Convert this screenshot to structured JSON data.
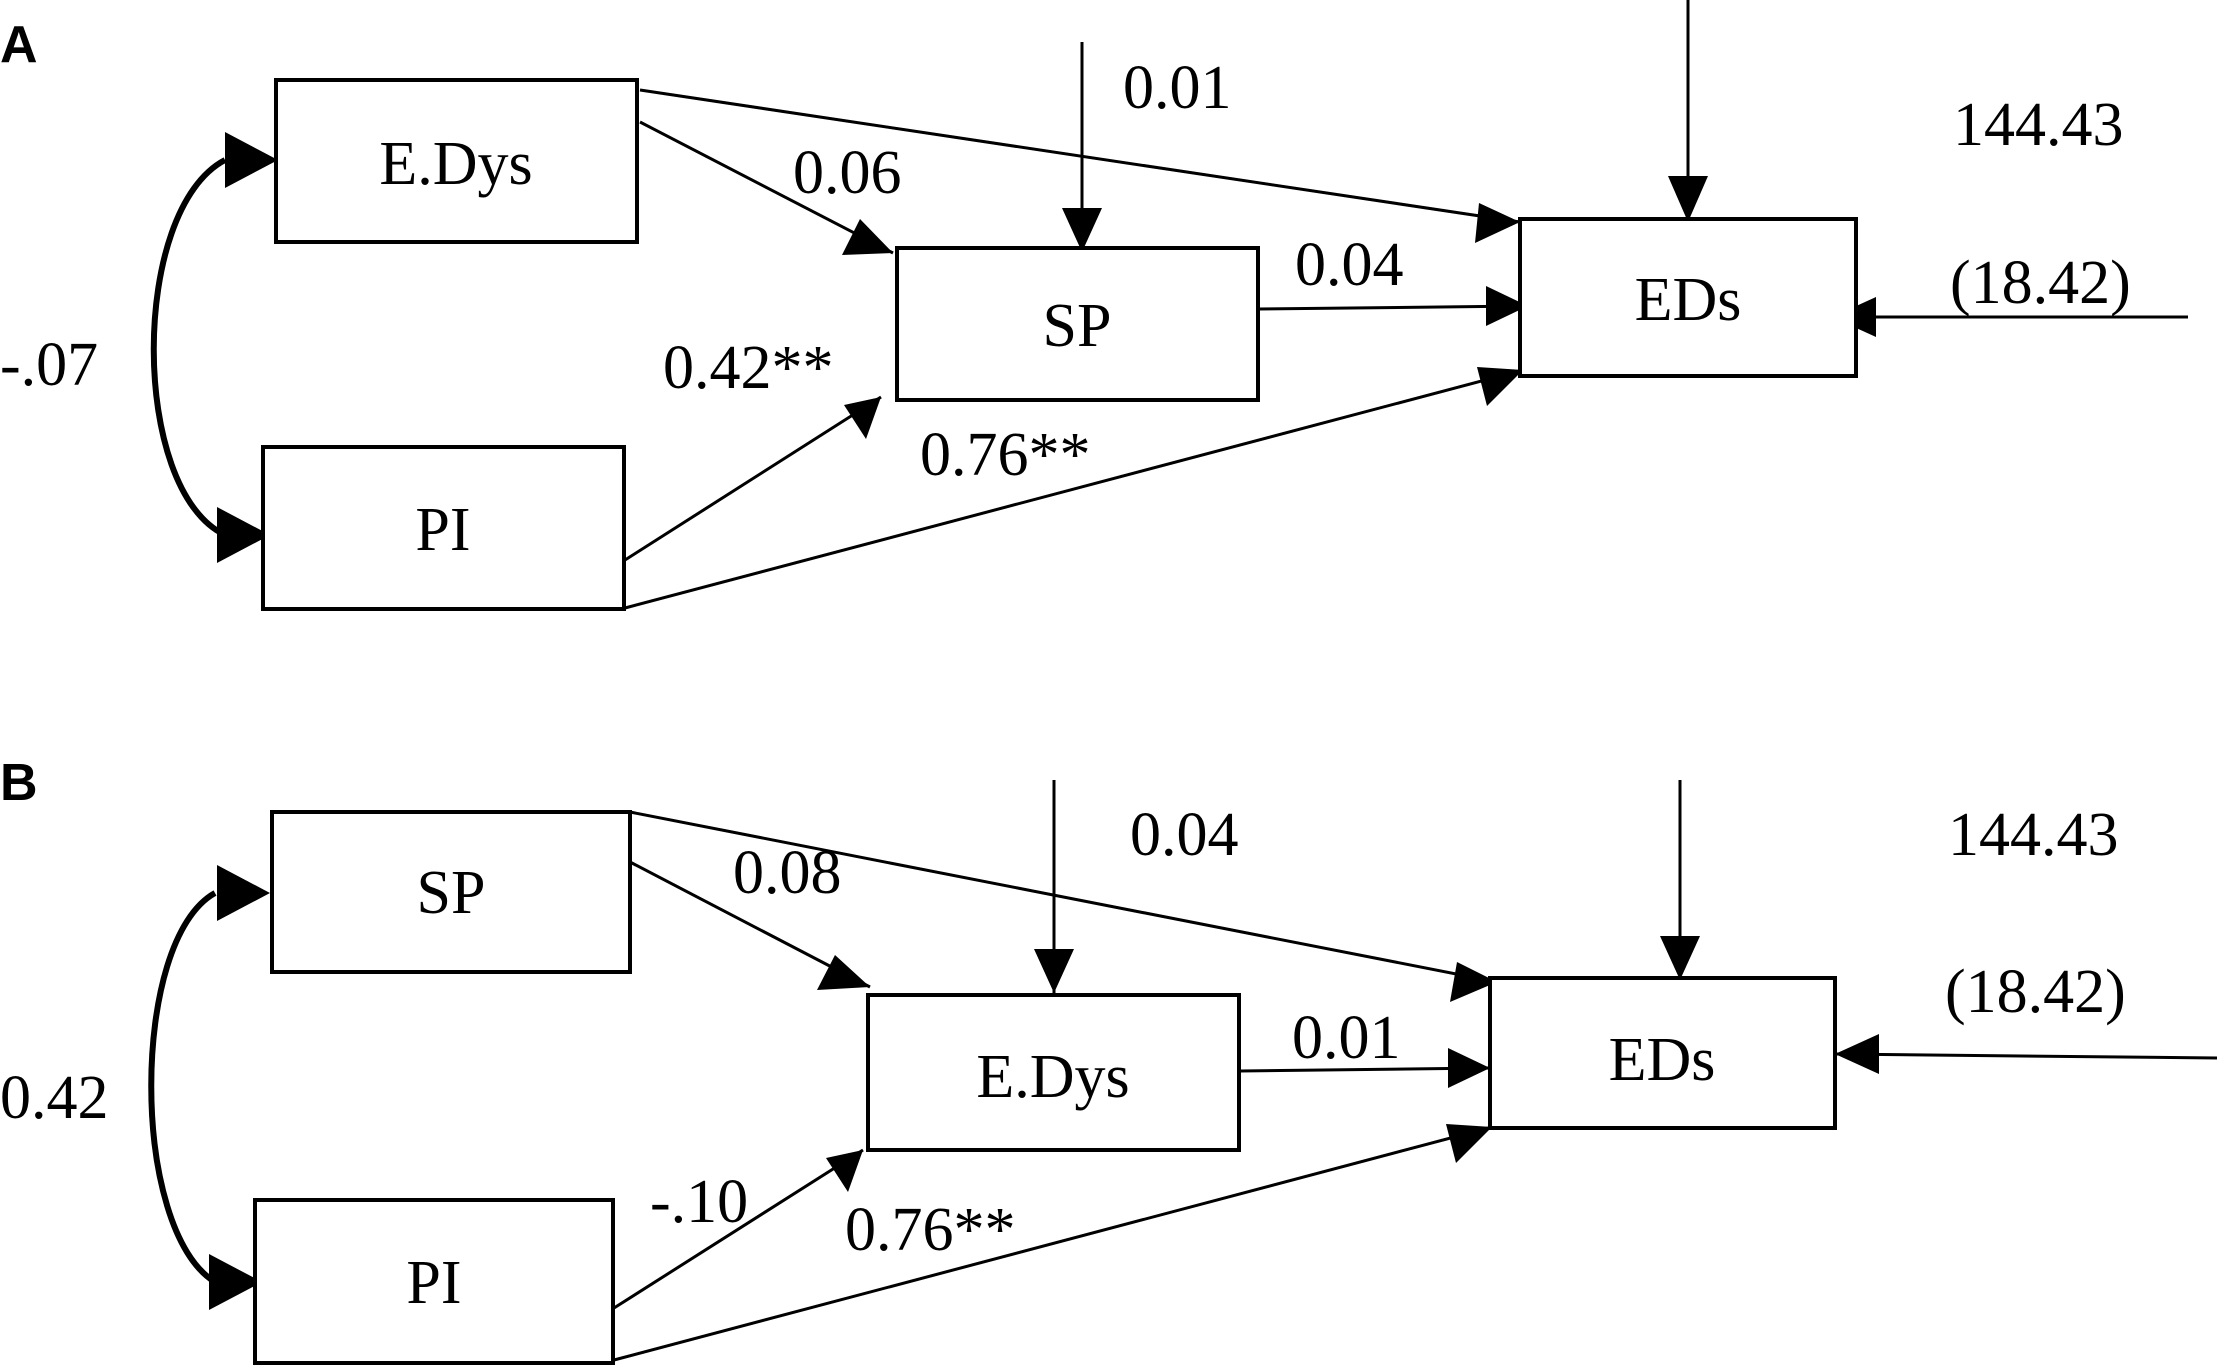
{
  "panels": [
    {
      "label": "A",
      "nodes": {
        "top": "E.Dys",
        "bottom": "PI",
        "mediator": "SP",
        "outcome": "EDs"
      },
      "coefficients": {
        "covariance": "-.07",
        "top_to_mediator": "0.06",
        "bottom_to_mediator": "0.42**",
        "mediator_to_outcome": "0.04",
        "bottom_to_outcome": "0.76**",
        "mediator_residual": "0.01",
        "outcome_residual": "144.43",
        "outcome_residual_se": "(18.42)"
      }
    },
    {
      "label": "B",
      "nodes": {
        "top": "SP",
        "bottom": "PI",
        "mediator": "E.Dys",
        "outcome": "EDs"
      },
      "coefficients": {
        "covariance": "0.42",
        "top_to_mediator": "0.08",
        "bottom_to_mediator": "-.10",
        "mediator_to_outcome": "0.01",
        "bottom_to_outcome": "0.76**",
        "mediator_residual": "0.04",
        "outcome_residual": "144.43",
        "outcome_residual_se": "(18.42)"
      }
    }
  ]
}
